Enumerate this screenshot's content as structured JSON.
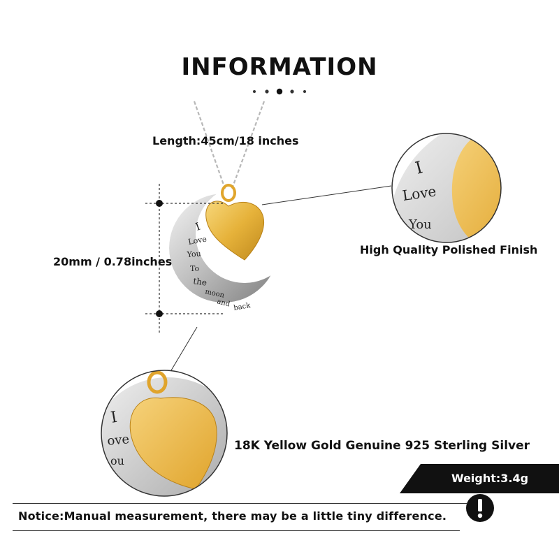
{
  "header": {
    "title": "INFORMATION"
  },
  "specs": {
    "length": "Length:45cm/18 inches",
    "pendant_size": "20mm / 0.78inches",
    "finish": "High Quality Polished Finish",
    "material": "18K Yellow Gold Genuine 925 Sterling Silver",
    "weight": "Weight:3.4g"
  },
  "notice": {
    "text": "Notice:Manual measurement, there may be a little tiny difference.",
    "icon": "exclamation-icon"
  },
  "engraving": {
    "line1": "I",
    "line2": "Love",
    "line3": "You",
    "line4": "To",
    "line5": "the",
    "line6": "moon",
    "line7": "and",
    "line8": "back",
    "zoom_top_1": "I",
    "zoom_top_2": "Love",
    "zoom_top_3": "You",
    "zoom_bottom_1": "I",
    "zoom_bottom_2": "ove",
    "zoom_bottom_3": "ou"
  },
  "colors": {
    "gold": "#e8b53a",
    "silver": "#c9c9c9",
    "dark": "#111111"
  }
}
